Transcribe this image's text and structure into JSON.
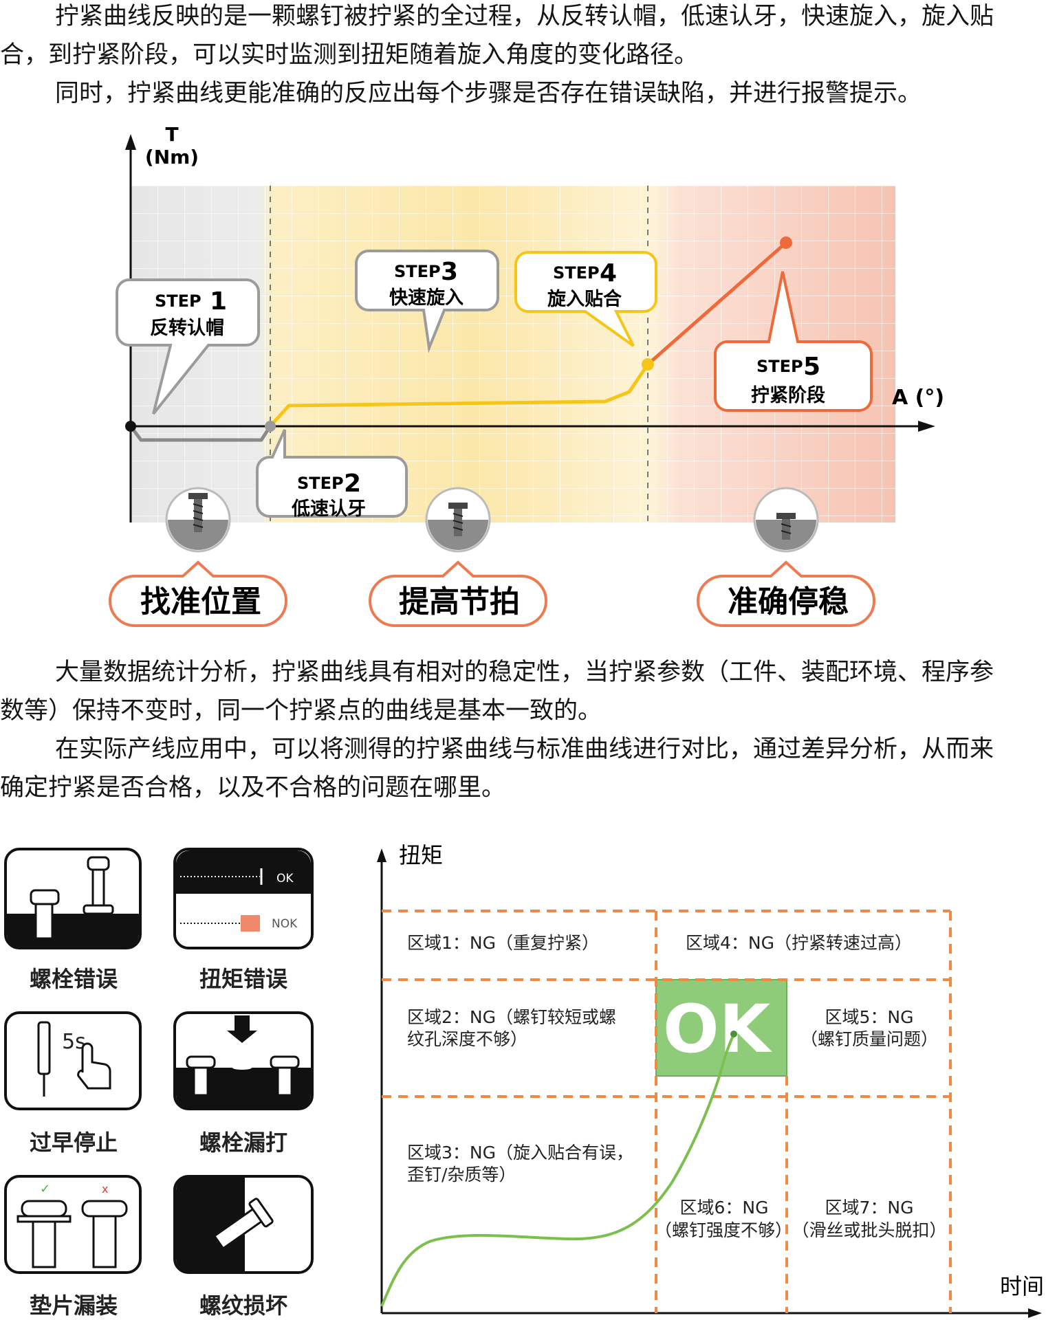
{
  "intro": {
    "line1": "拧紧曲线反映的是一颗螺钉被拧紧的全过程，从反转认帽，低速认牙，快速旋入，旋入贴",
    "line2": "合，到拧紧阶段，可以实时监测到扭矩随着旋入角度的变化路径。",
    "line3": "同时，拧紧曲线更能准确的反应出每个步骤是否存在错误缺陷，并进行报警提示。"
  },
  "curve_diagram": {
    "y_axis_label_1": "T",
    "y_axis_label_2": "(Nm)",
    "x_axis_label": "A (°)",
    "steps": [
      {
        "step_word": "STEP",
        "num": "1",
        "name": "反转认帽"
      },
      {
        "step_word": "STEP",
        "num": "2",
        "name": "低速认牙"
      },
      {
        "step_word": "STEP",
        "num": "3",
        "name": "快速旋入"
      },
      {
        "step_word": "STEP",
        "num": "4",
        "name": "旋入贴合"
      },
      {
        "step_word": "STEP",
        "num": "5",
        "name": "拧紧阶段"
      }
    ],
    "benefits": [
      "找准位置",
      "提高节拍",
      "准确停稳"
    ],
    "colors": {
      "gray_zone": "#e4e4e4",
      "yellow_zone": "#fbe4a0",
      "red_zone": "#f7c3b4",
      "yellow_line": "#f5c518",
      "red_line": "#ee6a3a",
      "orange_border": "#ee7a52"
    }
  },
  "body": {
    "line1": "大量数据统计分析，拧紧曲线具有相对的稳定性，当拧紧参数（工件、装配环境、程序参",
    "line2": "数等）保持不变时，同一个拧紧点的曲线是基本一致的。",
    "line3": "在实际产线应用中，可以将测得的拧紧曲线与标准曲线进行对比，通过差异分析，从而来",
    "line4": "确定拧紧是否合格，以及不合格的问题在哪里。"
  },
  "errors": {
    "items": [
      {
        "caption": "螺栓错误",
        "icon": "bolt-error-icon"
      },
      {
        "caption": "扭矩错误",
        "icon": "torque-error-icon"
      },
      {
        "caption": "过早停止",
        "icon": "early-stop-icon"
      },
      {
        "caption": "螺栓漏打",
        "icon": "missing-bolt-icon"
      },
      {
        "caption": "垫片漏装",
        "icon": "missing-washer-icon"
      },
      {
        "caption": "螺纹损坏",
        "icon": "thread-damage-icon"
      }
    ],
    "ok_label": "OK",
    "nok_label": "NOK",
    "timer_label": "5s",
    "check_mark": "✓",
    "cross_mark": "x"
  },
  "zone_chart": {
    "y_label": "扭矩",
    "x_label": "时间",
    "ok_text": "OK",
    "zones": {
      "z1": "区域1：NG（重复拧紧）",
      "z4": "区域4：NG（拧紧转速过高）",
      "z2a": "区域2：NG（螺钉较短或螺",
      "z2b": "纹孔深度不够）",
      "z5a": "区域5：NG",
      "z5b": "（螺钉质量问题）",
      "z3a": "区域3：NG（旋入贴合有误，",
      "z3b": "歪钉/杂质等）",
      "z6a": "区域6：NG",
      "z6b": "（螺钉强度不够）",
      "z7a": "区域7：NG",
      "z7b": "（滑丝或批头脱扣）"
    },
    "colors": {
      "dash": "#ef8a45",
      "ok_fill": "#8fcc7a",
      "curve": "#7cbf4e"
    }
  }
}
